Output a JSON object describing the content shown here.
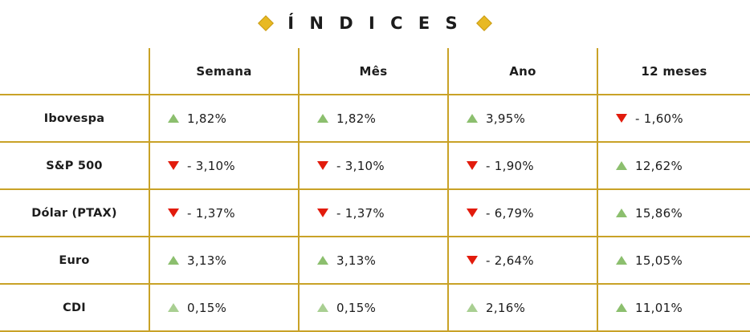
{
  "header": {
    "title": "Í N D I C E S",
    "ornament_left": "diamond-ornament",
    "ornament_right": "diamond-ornament"
  },
  "colors": {
    "rule": "#c9a227",
    "up": "#8cbf6e",
    "down": "#e21b0c",
    "text": "#1c1c1c",
    "ornament": "#e8b923"
  },
  "table": {
    "corner_label": "",
    "columns": [
      "Semana",
      "Mês",
      "Ano",
      "12 meses"
    ],
    "rows": [
      {
        "label": "Ibovespa",
        "cells": [
          {
            "dir": "up",
            "value": "1,82%"
          },
          {
            "dir": "up",
            "value": "1,82%"
          },
          {
            "dir": "up",
            "value": "3,95%"
          },
          {
            "dir": "down",
            "value": "- 1,60%"
          }
        ]
      },
      {
        "label": "S&P 500",
        "cells": [
          {
            "dir": "down",
            "value": "- 3,10%"
          },
          {
            "dir": "down",
            "value": "- 3,10%"
          },
          {
            "dir": "down",
            "value": "- 1,90%"
          },
          {
            "dir": "up",
            "value": "12,62%"
          }
        ]
      },
      {
        "label": "Dólar (PTAX)",
        "cells": [
          {
            "dir": "down",
            "value": "- 1,37%"
          },
          {
            "dir": "down",
            "value": "- 1,37%"
          },
          {
            "dir": "down",
            "value": "- 6,79%"
          },
          {
            "dir": "up",
            "value": "15,86%"
          }
        ]
      },
      {
        "label": "Euro",
        "cells": [
          {
            "dir": "up",
            "value": "3,13%"
          },
          {
            "dir": "up",
            "value": "3,13%"
          },
          {
            "dir": "down",
            "value": "- 2,64%"
          },
          {
            "dir": "up",
            "value": "15,05%"
          }
        ]
      },
      {
        "label": "CDI",
        "cells": [
          {
            "dir": "up",
            "value": "0,15%"
          },
          {
            "dir": "up",
            "value": "0,15%"
          },
          {
            "dir": "up",
            "value": "2,16%"
          },
          {
            "dir": "up",
            "value": "11,01%"
          }
        ]
      }
    ]
  }
}
